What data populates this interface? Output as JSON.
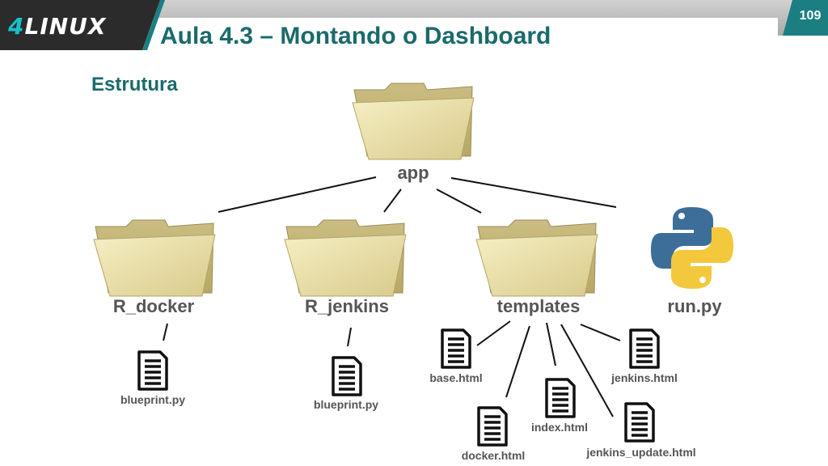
{
  "header": {
    "logo": "4LINUX",
    "title": "Aula 4.3 – Montando o Dashboard",
    "page_number": "109",
    "colors": {
      "teal": "#1b7f82",
      "bar": "#b4b4b4",
      "logo_bg": "#2b2b2b"
    }
  },
  "section": {
    "title": "Estrutura"
  },
  "tree": {
    "root": {
      "label": "app",
      "icon": "folder-icon"
    },
    "children": [
      {
        "label": "R_docker",
        "icon": "folder-icon",
        "files": [
          "blueprint.py"
        ]
      },
      {
        "label": "R_jenkins",
        "icon": "folder-icon",
        "files": [
          "blueprint.py"
        ]
      },
      {
        "label": "templates",
        "icon": "folder-icon",
        "files": [
          "base.html",
          "docker.html",
          "index.html",
          "jenkins_update.html",
          "jenkins.html"
        ]
      },
      {
        "label": "run.py",
        "icon": "python-logo-icon"
      }
    ]
  }
}
